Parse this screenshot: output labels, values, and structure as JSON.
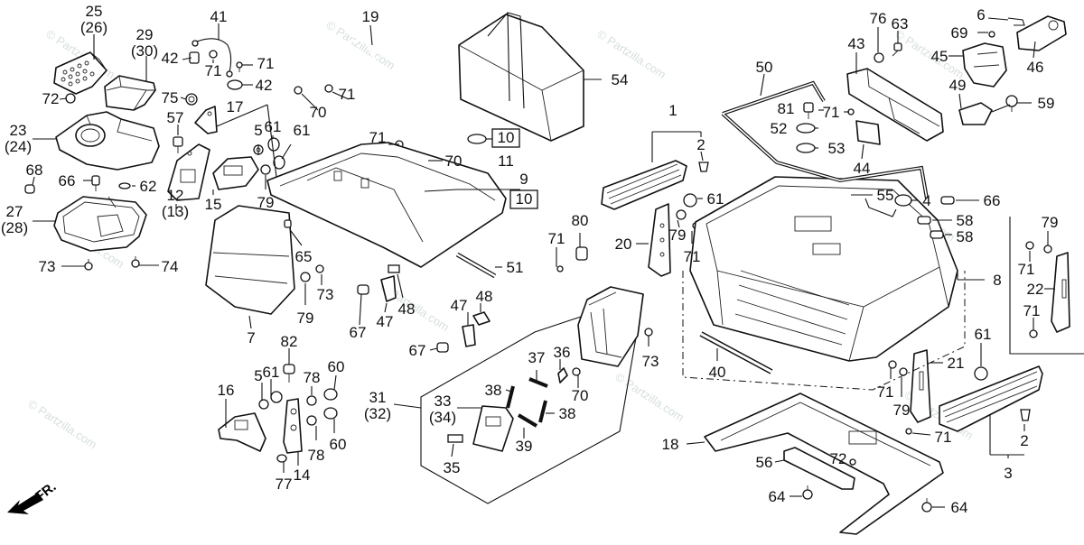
{
  "diagram": {
    "type": "exploded parts diagram",
    "subject": "Trunk / rear carrier assembly",
    "watermark": "© Partzilla.com",
    "direction_indicator": "FR.",
    "callouts": [
      {
        "id": "c25",
        "label": "25",
        "alt": "(26)"
      },
      {
        "id": "c29",
        "label": "29",
        "alt": "(30)"
      },
      {
        "id": "c41",
        "label": "41"
      },
      {
        "id": "c42a",
        "label": "42"
      },
      {
        "id": "c42b",
        "label": "42"
      },
      {
        "id": "c71a",
        "label": "71"
      },
      {
        "id": "c71b",
        "label": "71"
      },
      {
        "id": "c72a",
        "label": "72"
      },
      {
        "id": "c75",
        "label": "75"
      },
      {
        "id": "c17",
        "label": "17"
      },
      {
        "id": "c57",
        "label": "57"
      },
      {
        "id": "c23",
        "label": "23",
        "alt": "(24)"
      },
      {
        "id": "c68",
        "label": "68"
      },
      {
        "id": "c66a",
        "label": "66"
      },
      {
        "id": "c62",
        "label": "62"
      },
      {
        "id": "c27",
        "label": "27",
        "alt": "(28)"
      },
      {
        "id": "c73a",
        "label": "73"
      },
      {
        "id": "c74",
        "label": "74"
      },
      {
        "id": "c12",
        "label": "12",
        "alt": "(13)"
      },
      {
        "id": "c15",
        "label": "15"
      },
      {
        "id": "c5a",
        "label": "5"
      },
      {
        "id": "c61a",
        "label": "61"
      },
      {
        "id": "c61b",
        "label": "61"
      },
      {
        "id": "c79a",
        "label": "79"
      },
      {
        "id": "c19",
        "label": "19"
      },
      {
        "id": "c70a",
        "label": "70"
      },
      {
        "id": "c71c",
        "label": "71"
      },
      {
        "id": "c71d",
        "label": "71"
      },
      {
        "id": "c70b",
        "label": "70"
      },
      {
        "id": "c54",
        "label": "54"
      },
      {
        "id": "c10a",
        "label": "10",
        "boxed": true
      },
      {
        "id": "c11",
        "label": "11"
      },
      {
        "id": "c9",
        "label": "9"
      },
      {
        "id": "c10b",
        "label": "10",
        "boxed": true
      },
      {
        "id": "c7",
        "label": "7"
      },
      {
        "id": "c65",
        "label": "65"
      },
      {
        "id": "c73b",
        "label": "73"
      },
      {
        "id": "c79b",
        "label": "79"
      },
      {
        "id": "c67a",
        "label": "67"
      },
      {
        "id": "c47a",
        "label": "47"
      },
      {
        "id": "c48a",
        "label": "48"
      },
      {
        "id": "c51",
        "label": "51"
      },
      {
        "id": "c47b",
        "label": "47"
      },
      {
        "id": "c48b",
        "label": "48"
      },
      {
        "id": "c67b",
        "label": "67"
      },
      {
        "id": "c82",
        "label": "82"
      },
      {
        "id": "c61c",
        "label": "61"
      },
      {
        "id": "c5b",
        "label": "5"
      },
      {
        "id": "c78a",
        "label": "78"
      },
      {
        "id": "c60a",
        "label": "60"
      },
      {
        "id": "c16",
        "label": "16"
      },
      {
        "id": "c78b",
        "label": "78"
      },
      {
        "id": "c60b",
        "label": "60"
      },
      {
        "id": "c14",
        "label": "14"
      },
      {
        "id": "c77",
        "label": "77"
      },
      {
        "id": "c31",
        "label": "31",
        "alt": "(32)"
      },
      {
        "id": "c33",
        "label": "33",
        "alt": "(34)"
      },
      {
        "id": "c35",
        "label": "35"
      },
      {
        "id": "c37",
        "label": "37"
      },
      {
        "id": "c36",
        "label": "36"
      },
      {
        "id": "c38a",
        "label": "38"
      },
      {
        "id": "c38b",
        "label": "38"
      },
      {
        "id": "c39",
        "label": "39"
      },
      {
        "id": "c70c",
        "label": "70"
      },
      {
        "id": "c73c",
        "label": "73"
      },
      {
        "id": "c1",
        "label": "1"
      },
      {
        "id": "c2a",
        "label": "2"
      },
      {
        "id": "c80",
        "label": "80"
      },
      {
        "id": "c71e",
        "label": "71"
      },
      {
        "id": "c20",
        "label": "20"
      },
      {
        "id": "c61d",
        "label": "61"
      },
      {
        "id": "c79c",
        "label": "79"
      },
      {
        "id": "c71f",
        "label": "71"
      },
      {
        "id": "c50",
        "label": "50"
      },
      {
        "id": "c81",
        "label": "81"
      },
      {
        "id": "c71g",
        "label": "71"
      },
      {
        "id": "c52",
        "label": "52"
      },
      {
        "id": "c53",
        "label": "53"
      },
      {
        "id": "c44",
        "label": "44"
      },
      {
        "id": "c43",
        "label": "43"
      },
      {
        "id": "c76",
        "label": "76"
      },
      {
        "id": "c63",
        "label": "63"
      },
      {
        "id": "c6",
        "label": "6"
      },
      {
        "id": "c69",
        "label": "69"
      },
      {
        "id": "c45",
        "label": "45"
      },
      {
        "id": "c46",
        "label": "46"
      },
      {
        "id": "c49",
        "label": "49"
      },
      {
        "id": "c59",
        "label": "59"
      },
      {
        "id": "c55",
        "label": "55"
      },
      {
        "id": "c4",
        "label": "4"
      },
      {
        "id": "c66b",
        "label": "66"
      },
      {
        "id": "c58a",
        "label": "58"
      },
      {
        "id": "c58b",
        "label": "58"
      },
      {
        "id": "c8",
        "label": "8"
      },
      {
        "id": "c40",
        "label": "40"
      },
      {
        "id": "c79d",
        "label": "79"
      },
      {
        "id": "c71h",
        "label": "71"
      },
      {
        "id": "c22",
        "label": "22"
      },
      {
        "id": "c71i",
        "label": "71"
      },
      {
        "id": "c61e",
        "label": "61"
      },
      {
        "id": "c21",
        "label": "21"
      },
      {
        "id": "c71j",
        "label": "71"
      },
      {
        "id": "c79e",
        "label": "79"
      },
      {
        "id": "c71k",
        "label": "71"
      },
      {
        "id": "c2b",
        "label": "2"
      },
      {
        "id": "c3",
        "label": "3"
      },
      {
        "id": "c18",
        "label": "18"
      },
      {
        "id": "c56",
        "label": "56"
      },
      {
        "id": "c72b",
        "label": "72"
      },
      {
        "id": "c64a",
        "label": "64"
      },
      {
        "id": "c64b",
        "label": "64"
      }
    ]
  }
}
